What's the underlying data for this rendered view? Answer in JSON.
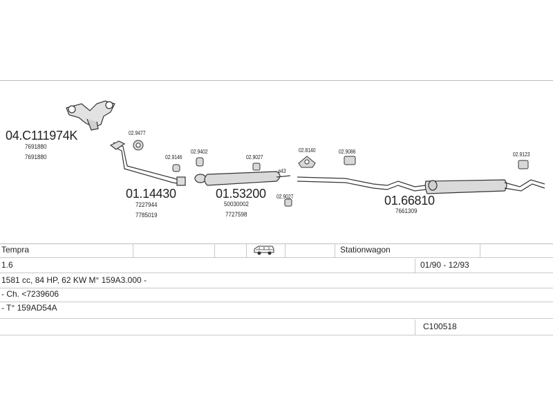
{
  "parts": [
    {
      "code": "04.C111974K",
      "refs": [
        "7691880",
        "7691880"
      ]
    },
    {
      "code": "02.9477"
    },
    {
      "code": "02.9146"
    },
    {
      "code": "02.9402"
    },
    {
      "code": "01.14430",
      "refs": [
        "7227944",
        "7785019"
      ]
    },
    {
      "code": "02.9027"
    },
    {
      "code": "01.53200",
      "refs": [
        "50030002",
        "7727598"
      ]
    },
    {
      "code": "02.9027"
    },
    {
      "code": "ø43"
    },
    {
      "code": "02.8140"
    },
    {
      "code": "02.9086"
    },
    {
      "code": "01.66810",
      "refs": [
        "7661309"
      ]
    },
    {
      "code": "02.9123"
    }
  ],
  "vehicle": {
    "model": "Tempra",
    "body_icon": "station-wagon-icon",
    "body_type": "Stationwagon",
    "engine": "1.6",
    "years": "01/90 - 12/93",
    "spec": "1581 cc, 84 HP, 62 KW M° 159A3.000 -",
    "chassis": "- Ch. <7239606",
    "type": "- T° 159AD54A",
    "catalog_code": "C100518"
  }
}
